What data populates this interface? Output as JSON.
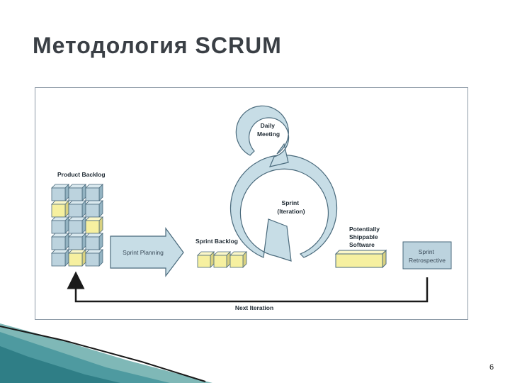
{
  "slide": {
    "title": "Методология SCRUM",
    "page_number": "6"
  },
  "diagram": {
    "product_backlog_label": "Product Backlog",
    "sprint_planning_label": "Sprint Planning",
    "sprint_backlog_label": "Sprint Backlog",
    "daily_meeting_label": [
      "Daily",
      "Meeting"
    ],
    "sprint_label": [
      "Sprint",
      "(Iteration)"
    ],
    "potentially_shippable_label": [
      "Potentially",
      "Shippable",
      "Software"
    ],
    "sprint_retrospective_label": [
      "Sprint",
      "Retrospective"
    ],
    "next_iteration_label": "Next Iteration"
  },
  "colors": {
    "box_blue": "#bcd3de",
    "box_yellow": "#f6f0a0",
    "cycle_fill": "#c7dde6",
    "outline": "#4a6a7c",
    "title_text": "#3a3f45"
  }
}
